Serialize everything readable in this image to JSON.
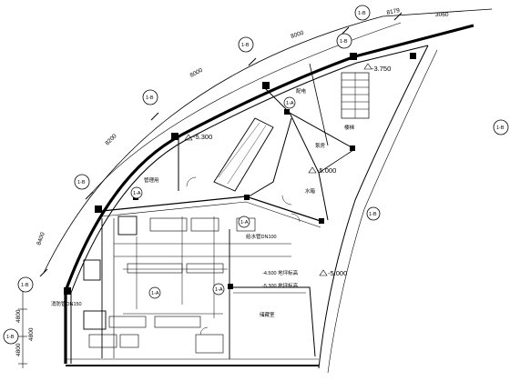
{
  "drawing": {
    "axis_markers": [
      "1-B",
      "1-B",
      "1-B",
      "1-B",
      "1-B",
      "1-B",
      "1-B",
      "1-B",
      "1-B"
    ],
    "grid_markers": [
      "1-A",
      "1-A",
      "1-A",
      "1-A",
      "1-A"
    ],
    "dimensions": {
      "top_span": "8179",
      "right_span": "3060",
      "arc_a": "8000",
      "arc_b": "8000",
      "arc_c": "8200",
      "left_arc": "8400",
      "left_1": "4800",
      "left_2": "4800",
      "left_3": "4800"
    },
    "elevations": {
      "upper_right": "-3.750",
      "mid_left": "-5.300",
      "mid_right": "-5.000",
      "lower_right": "-5.000",
      "note_1": "-4.500",
      "note_2": "-5.300"
    },
    "room_labels": {
      "machine_room": "管理用",
      "room_a": "配电",
      "room_b": "泵房",
      "room_c": "储藏室",
      "room_d": "水箱",
      "room_e": "楼梯"
    },
    "notes": {
      "pipe_a": "给水管DN100",
      "pipe_b": "消防管DN150",
      "level_note_1": "-4.500 地坪标高",
      "level_note_2": "-5.300 地坪标高"
    },
    "colors": {
      "line": "#000000",
      "background": "#ffffff"
    }
  }
}
